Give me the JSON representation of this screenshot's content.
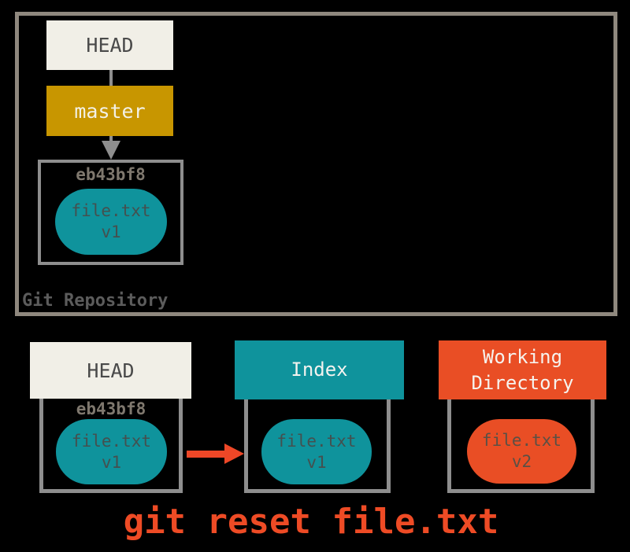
{
  "title": "git reset file.txt diagram",
  "colors": {
    "background": "#000000",
    "repo_border": "#8f887e",
    "box_border": "#8e8e8e",
    "cream": "#f1efe7",
    "gold": "#c89600",
    "teal": "#0f939c",
    "red": "#e94e25",
    "caption_red": "#ee4b25",
    "hash_gray": "#7f786e",
    "dark_text": "#4a4a4a"
  },
  "repository": {
    "label": "Git Repository",
    "head": "HEAD",
    "branch": "master",
    "commit_hash": "eb43bf8",
    "file": {
      "name": "file.txt",
      "version": "v1"
    }
  },
  "columns": {
    "head": {
      "title": "HEAD",
      "commit_hash": "eb43bf8",
      "file": {
        "name": "file.txt",
        "version": "v1"
      }
    },
    "index": {
      "title": "Index",
      "file": {
        "name": "file.txt",
        "version": "v1"
      }
    },
    "working_directory": {
      "title": "Working Directory",
      "file": {
        "name": "file.txt",
        "version": "v2"
      }
    }
  },
  "caption": "git reset file.txt"
}
